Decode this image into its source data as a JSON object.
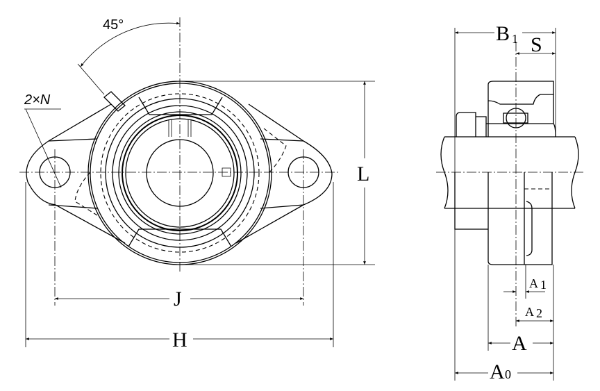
{
  "front_view": {
    "angle_label": "45°",
    "holes_label": "2×N",
    "dim_J": "J",
    "dim_H": "H",
    "dim_L": "L"
  },
  "side_view": {
    "dim_B1": {
      "main": "B",
      "sub": "1"
    },
    "dim_S": "S",
    "dim_A1": {
      "main": "A",
      "sub": "1"
    },
    "dim_A2": {
      "main": "A",
      "sub": "2"
    },
    "dim_A": "A",
    "dim_A0": {
      "main": "A",
      "sub": "0"
    }
  }
}
